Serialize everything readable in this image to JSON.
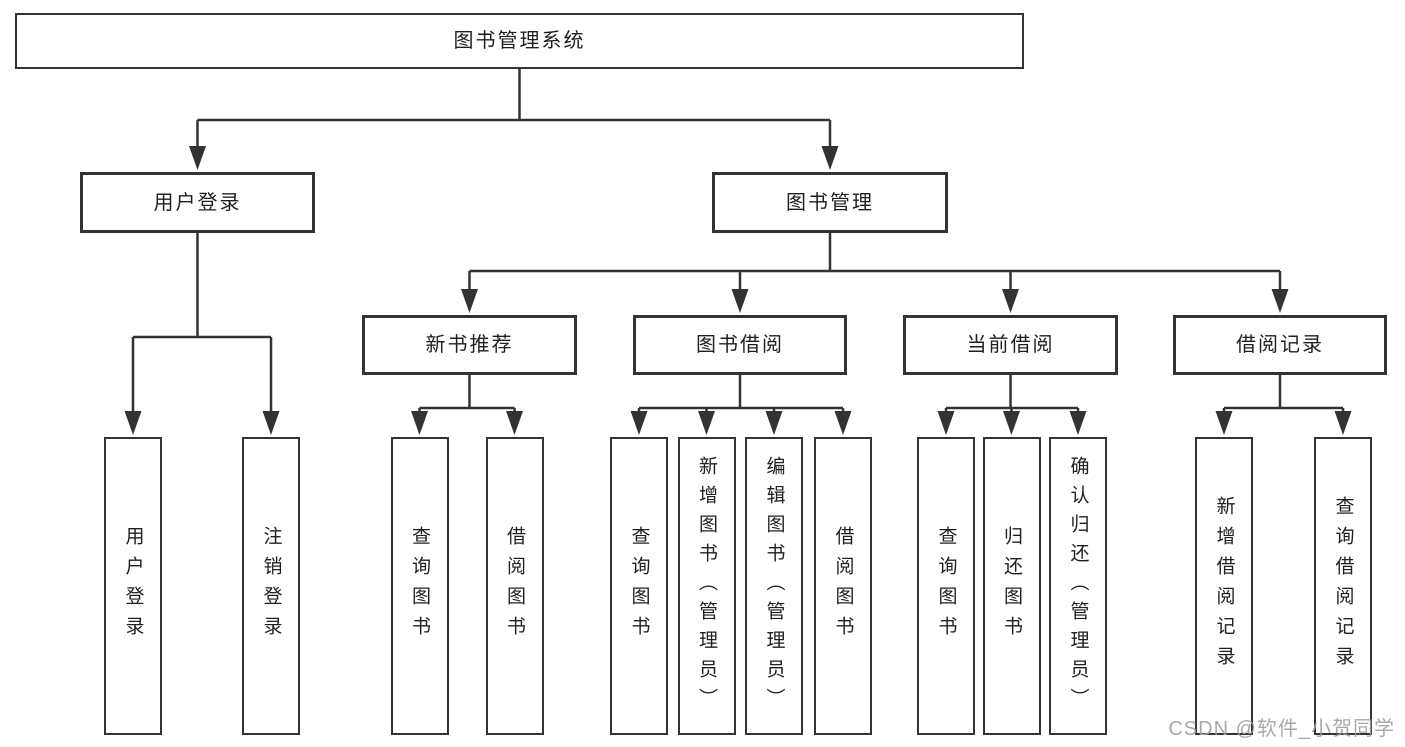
{
  "tree": {
    "root": {
      "label": "图书管理系统"
    },
    "branches": [
      {
        "label": "用户登录",
        "children": [
          {
            "label": "用户登录"
          },
          {
            "label": "注销登录"
          }
        ]
      },
      {
        "label": "图书管理",
        "children": [
          {
            "label": "新书推荐",
            "children": [
              {
                "label": "查询图书"
              },
              {
                "label": "借阅图书"
              }
            ]
          },
          {
            "label": "图书借阅",
            "children": [
              {
                "label": "查询图书"
              },
              {
                "label": "新增图书（管理员）"
              },
              {
                "label": "编辑图书（管理员）"
              },
              {
                "label": "借阅图书"
              }
            ]
          },
          {
            "label": "当前借阅",
            "children": [
              {
                "label": "查询图书"
              },
              {
                "label": "归还图书"
              },
              {
                "label": "确认归还（管理员）"
              }
            ]
          },
          {
            "label": "借阅记录",
            "children": [
              {
                "label": "新增借阅记录"
              },
              {
                "label": "查询借阅记录"
              }
            ]
          }
        ]
      }
    ]
  },
  "watermark": {
    "text": "CSDN @软件_小贺同学"
  },
  "colors": {
    "line": "#333333",
    "box_border": "#333333",
    "text": "#1f1f1f",
    "background": "#ffffff",
    "watermark": "#9e9e9e"
  }
}
